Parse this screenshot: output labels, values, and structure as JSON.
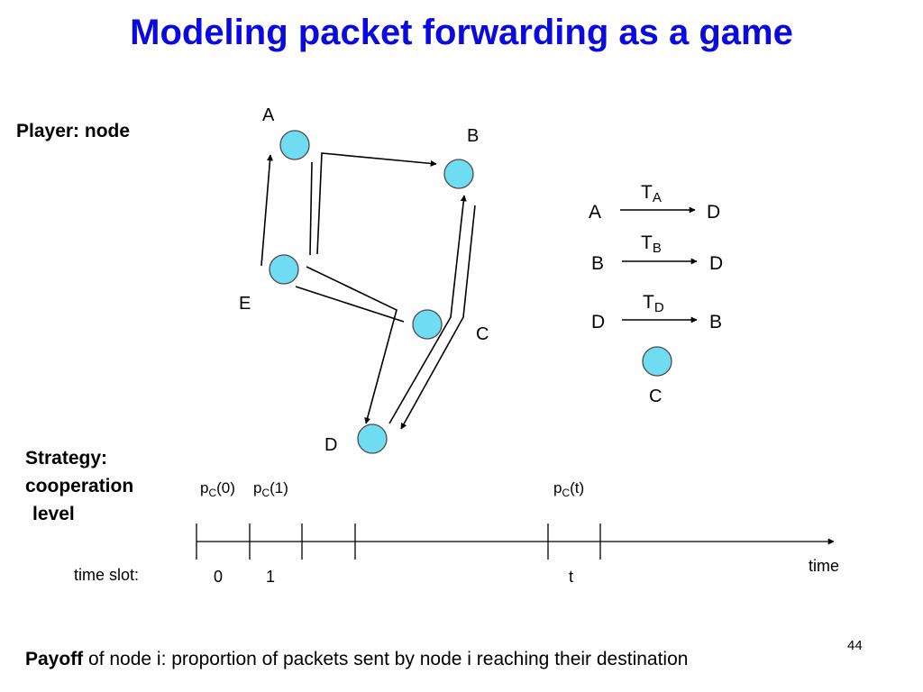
{
  "slide": {
    "title": "Modeling packet forwarding as a game",
    "page_number": "44"
  },
  "labels": {
    "player": "Player: node",
    "strategy_lines": [
      "Strategy:",
      "cooperation",
      "level"
    ],
    "time_slot": "time slot:",
    "time_axis": "time"
  },
  "network": {
    "node_color": "#6fdcf2",
    "nodes": [
      "A",
      "B",
      "C",
      "D",
      "E"
    ]
  },
  "sessions": [
    {
      "source": "A",
      "throughput": "T",
      "sub": "A",
      "dest": "D"
    },
    {
      "source": "B",
      "throughput": "T",
      "sub": "B",
      "dest": "D"
    },
    {
      "source": "D",
      "throughput": "T",
      "sub": "D",
      "dest": "B"
    }
  ],
  "standalone_node": "C",
  "timeline": {
    "coop_labels": [
      {
        "p": "p",
        "sub": "C",
        "arg": "(0)"
      },
      {
        "p": "p",
        "sub": "C",
        "arg": "(1)"
      },
      {
        "p": "p",
        "sub": "C",
        "arg": "(t)"
      }
    ],
    "slot_numbers": [
      "0",
      "1",
      "t"
    ]
  },
  "payoff": {
    "bold": "Payoff",
    "rest": " of node i: proportion of packets sent by node i reaching their destination"
  }
}
